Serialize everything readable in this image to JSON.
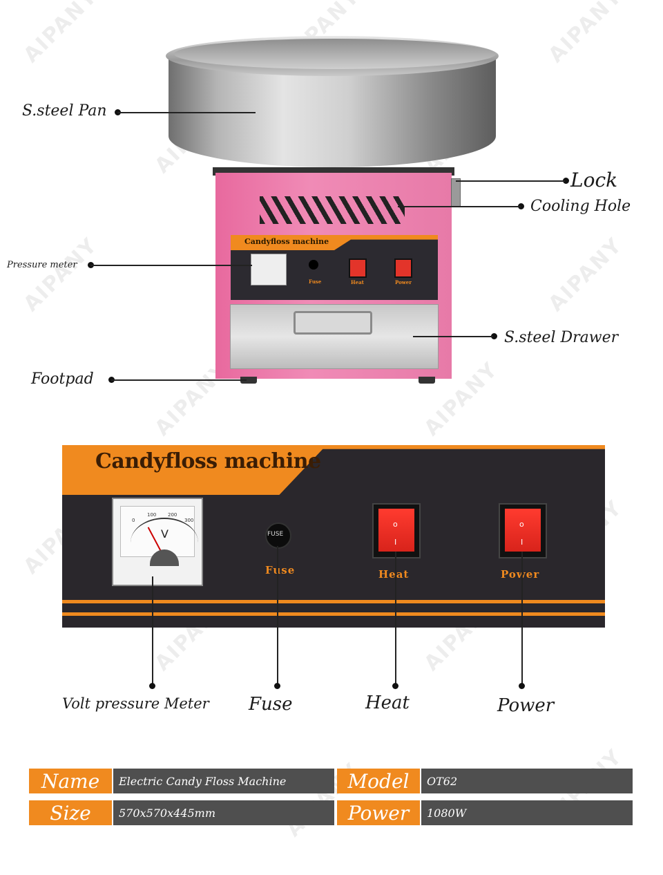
{
  "machine_labels": {
    "pan": "S.steel Pan",
    "lock": "Lock",
    "cooling_hole": "Cooling Hole",
    "pressure_meter": "Pressure meter",
    "drawer": "S.steel Drawer",
    "footpad": "Footpad"
  },
  "panel": {
    "title": "Candyfloss machine",
    "fuse_caption": "Fuse",
    "heat_caption": "Heat",
    "power_caption": "Power",
    "meter_letter": "V",
    "fuse_knob_text": "FUSE",
    "switch_o": "o",
    "switch_i": "I",
    "meter_ticks": [
      "0",
      "100",
      "200",
      "300"
    ]
  },
  "panel_labels": {
    "volt_meter": "Volt pressure Meter",
    "fuse": "Fuse",
    "heat": "Heat",
    "power": "Power"
  },
  "specs": {
    "name_label": "Name",
    "name_value": "Electric Candy Floss Machine",
    "model_label": "Model",
    "model_value": "OT62",
    "size_label": "Size",
    "size_value": "570x570x445mm",
    "power_label": "Power",
    "power_value": "1080W"
  },
  "watermark": "AIPANY",
  "colors": {
    "orange": "#f08a1f",
    "pink": "#ef86b2",
    "panel_dark": "#2a272c",
    "spec_gray": "#4f4f4f",
    "switch_red": "#e3342a"
  }
}
